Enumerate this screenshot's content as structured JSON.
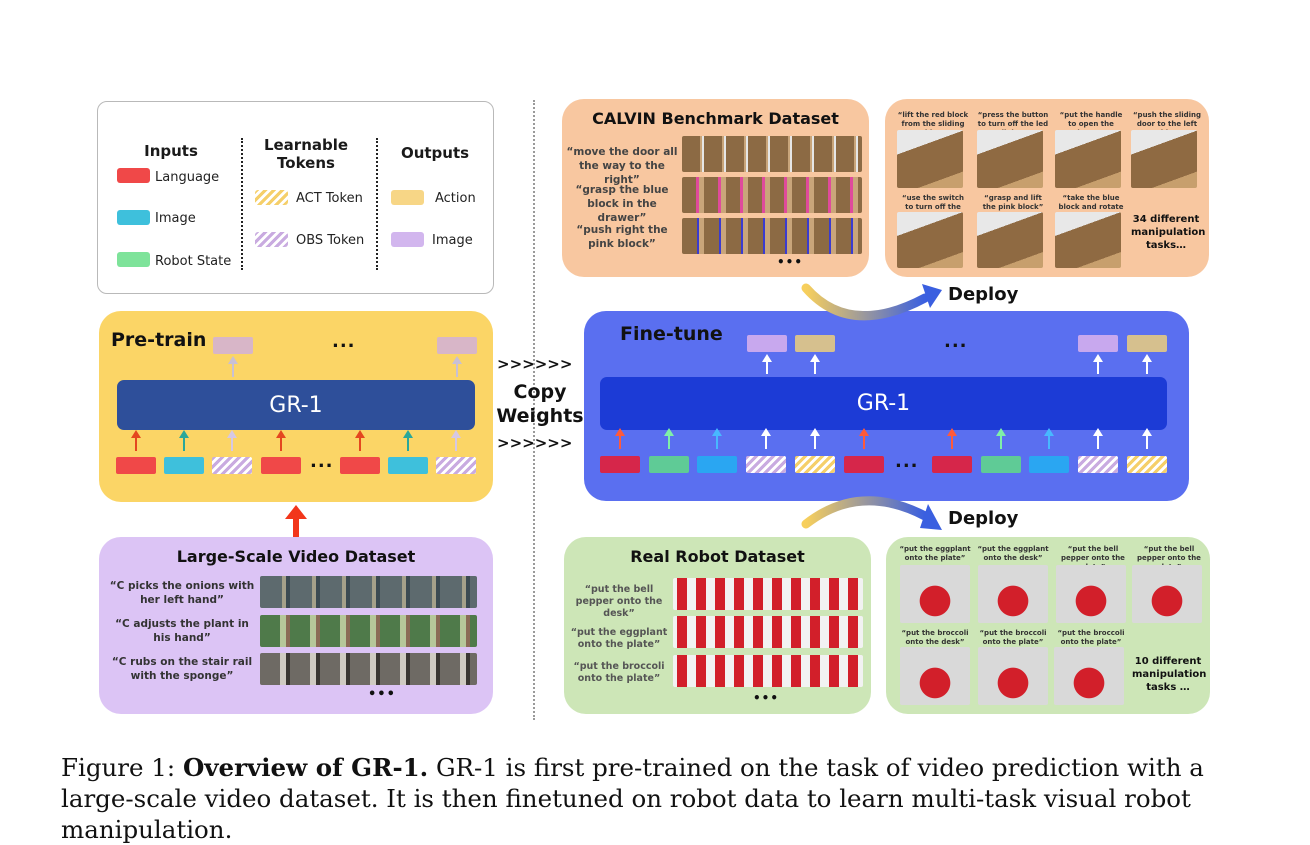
{
  "legend": {
    "inputs_title": "Inputs",
    "tokens_title": "Learnable Tokens",
    "outputs_title": "Outputs",
    "language": "Language",
    "image_in": "Image",
    "robot_state": "Robot State",
    "act_token": "ACT Token",
    "obs_token": "OBS Token",
    "action": "Action",
    "image_out": "Image"
  },
  "colors": {
    "language": "#f04848",
    "image": "#3ec0dc",
    "robot_state": "#7ee39a",
    "action": "#f7d686",
    "image_out": "#d2b6ee",
    "pretrain_bg": "#fbd566",
    "finetune_bg": "#5a6ff0",
    "gr1_pretrain": "#2e4f9a",
    "gr1_finetune": "#1c3bd6",
    "video_bg": "#dcc4f5",
    "calvin_bg": "#f8c7a0",
    "real_bg": "#cde6b7"
  },
  "pretrain": {
    "title": "Pre-train",
    "model": "GR-1",
    "ellipsis_top": "...",
    "ellipsis_bottom": "..."
  },
  "finetune": {
    "title": "Fine-tune",
    "model": "GR-1",
    "ellipsis_top": "...",
    "ellipsis_bottom": "..."
  },
  "copy": {
    "arrows_top": ">>>>>>",
    "label_line1": "Copy",
    "label_line2": "Weights",
    "arrows_bottom": ">>>>>>"
  },
  "deploy": {
    "top": "Deploy",
    "bottom": "Deploy"
  },
  "video_dataset": {
    "title": "Large-Scale Video Dataset",
    "captions": [
      "“C picks the onions with her left hand”",
      "“C adjusts the plant in his hand”",
      "“C rubs on the stair rail with the sponge”"
    ],
    "more": "•••"
  },
  "calvin": {
    "title": "CALVIN Benchmark Dataset",
    "captions": [
      "“move the door all the way to the right”",
      "“grasp the blue block in the drawer”",
      "“push right the pink block”"
    ],
    "more": "•••",
    "task_labels": [
      "“lift the red block from the sliding cabinet”",
      "“press the button to turn off the led light”",
      "“put the handle to open the drawer”",
      "“push the sliding door to the left side”",
      "“use the switch to turn off the light bulb”",
      "“grasp and lift the pink block”",
      "“take the blue block and rotate it to the right”"
    ],
    "summary": "34 different manipulation tasks…"
  },
  "real_robot": {
    "title": "Real Robot Dataset",
    "captions": [
      "“put the bell pepper onto the desk”",
      "“put the eggplant onto the plate”",
      "“put the broccoli onto the plate”"
    ],
    "more": "•••",
    "task_labels": [
      "“put the eggplant onto the plate”",
      "“put the eggplant onto the desk”",
      "“put the bell pepper onto the plate”",
      "“put the bell pepper onto the plate”",
      "“put the broccoli onto the desk”",
      "“put the broccoli onto the plate”",
      "“put the broccoli onto the plate”"
    ],
    "summary": "10 different manipulation tasks …"
  },
  "caption": {
    "prefix": "Figure 1: ",
    "bold": "Overview of GR-1.",
    "text": " GR-1 is first pre-trained on the task of video prediction with a large-scale video dataset. It is then finetuned on robot data to learn multi-task visual robot manipulation."
  }
}
